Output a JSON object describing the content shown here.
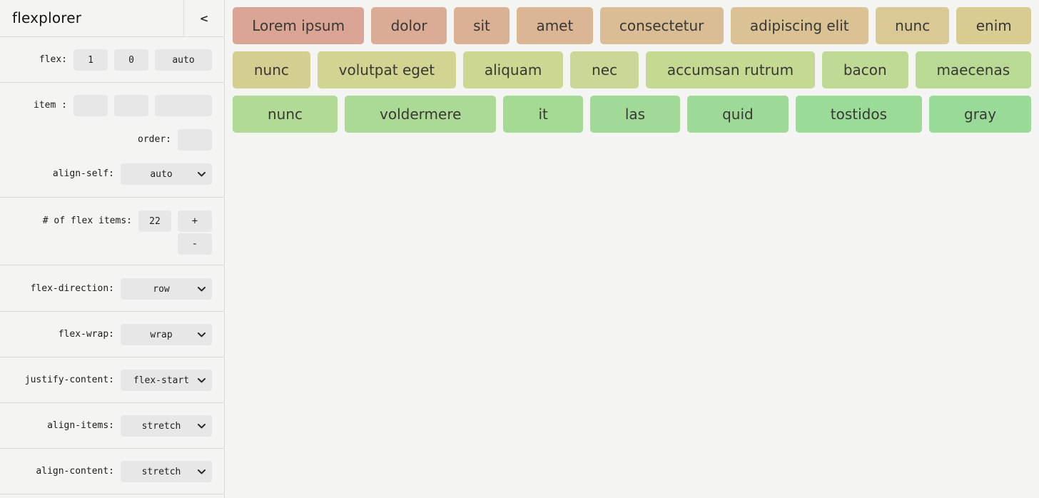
{
  "app": {
    "title": "flexplorer",
    "collapse_label": "<"
  },
  "colors": {
    "background": "#f4f4f3",
    "divider": "#dcdcdc",
    "control_bg": "#e7e7e7",
    "item_text": "#3a3833"
  },
  "sidebar": {
    "flex_section": {
      "label": "flex:",
      "grow_value": "1",
      "shrink_value": "0",
      "basis_value": "auto"
    },
    "item_section": {
      "label": "item :",
      "value1": "",
      "value2": "",
      "value3": "",
      "order_label": "order:",
      "order_value": "",
      "align_self_label": "align-self:",
      "align_self_value": "auto"
    },
    "count_section": {
      "label": "# of flex items:",
      "value": "22",
      "increment_label": "+",
      "decrement_label": "-"
    },
    "selects": [
      {
        "name": "flex-direction",
        "label": "flex-direction:",
        "value": "row"
      },
      {
        "name": "flex-wrap",
        "label": "flex-wrap:",
        "value": "wrap"
      },
      {
        "name": "justify-content",
        "label": "justify-content:",
        "value": "flex-start"
      },
      {
        "name": "align-items",
        "label": "align-items:",
        "value": "stretch"
      },
      {
        "name": "align-content",
        "label": "align-content:",
        "value": "stretch"
      }
    ]
  },
  "flex_items": {
    "rows": [
      {
        "items": [
          {
            "label": "Lorem ipsum",
            "color": "#daa595"
          },
          {
            "label": "dolor",
            "color": "#daab95"
          },
          {
            "label": "sit",
            "color": "#dab195"
          },
          {
            "label": "amet",
            "color": "#dab695"
          },
          {
            "label": "consectetur",
            "color": "#dabc95"
          },
          {
            "label": "adipiscing elit",
            "color": "#dac295"
          },
          {
            "label": "nunc",
            "color": "#dac895"
          },
          {
            "label": "enim",
            "color": "#d8cc93"
          }
        ]
      },
      {
        "items": [
          {
            "label": "nunc",
            "color": "#d4cf90"
          },
          {
            "label": "volutpat eget",
            "color": "#d2d592"
          },
          {
            "label": "aliquam",
            "color": "#ccd791"
          },
          {
            "label": "nec",
            "color": "#c9d896"
          },
          {
            "label": "accumsan rutrum",
            "color": "#c4da93"
          },
          {
            "label": "bacon",
            "color": "#beda95"
          },
          {
            "label": "maecenas",
            "color": "#b9da95"
          }
        ]
      },
      {
        "items": [
          {
            "label": "nunc",
            "color": "#b0da95"
          },
          {
            "label": "voldermere",
            "color": "#aada95"
          },
          {
            "label": "it",
            "color": "#a5da95"
          },
          {
            "label": "las",
            "color": "#a1da96"
          },
          {
            "label": "quid",
            "color": "#9dda97"
          },
          {
            "label": "tostidos",
            "color": "#9adb98"
          },
          {
            "label": "gray",
            "color": "#98db99"
          }
        ]
      }
    ]
  }
}
